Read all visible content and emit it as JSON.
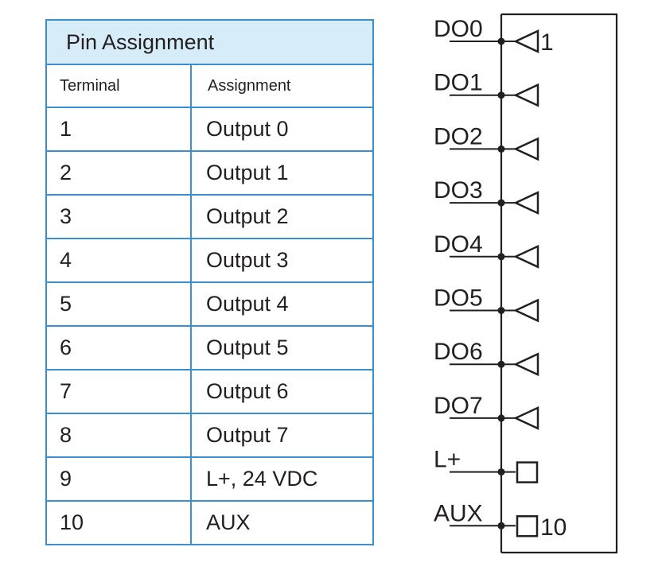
{
  "table": {
    "title": "Pin Assignment",
    "headers": [
      "Terminal",
      "Assignment"
    ],
    "rows": [
      [
        "1",
        "Output 0"
      ],
      [
        "2",
        "Output 1"
      ],
      [
        "3",
        "Output 2"
      ],
      [
        "4",
        "Output 3"
      ],
      [
        "5",
        "Output 4"
      ],
      [
        "6",
        "Output 5"
      ],
      [
        "7",
        "Output 6"
      ],
      [
        "8",
        "Output 7"
      ],
      [
        "9",
        "L+, 24 VDC"
      ],
      [
        "10",
        "AUX"
      ]
    ]
  },
  "schematic": {
    "pins": [
      {
        "label": "DO0",
        "symbol": "triangle"
      },
      {
        "label": "DO1",
        "symbol": "triangle"
      },
      {
        "label": "DO2",
        "symbol": "triangle"
      },
      {
        "label": "DO3",
        "symbol": "triangle"
      },
      {
        "label": "DO4",
        "symbol": "triangle"
      },
      {
        "label": "DO5",
        "symbol": "triangle"
      },
      {
        "label": "DO6",
        "symbol": "triangle"
      },
      {
        "label": "DO7",
        "symbol": "triangle"
      },
      {
        "label": "L+",
        "symbol": "square"
      },
      {
        "label": "AUX",
        "symbol": "square"
      }
    ],
    "first_pin_number": "1",
    "last_pin_number": "10"
  }
}
